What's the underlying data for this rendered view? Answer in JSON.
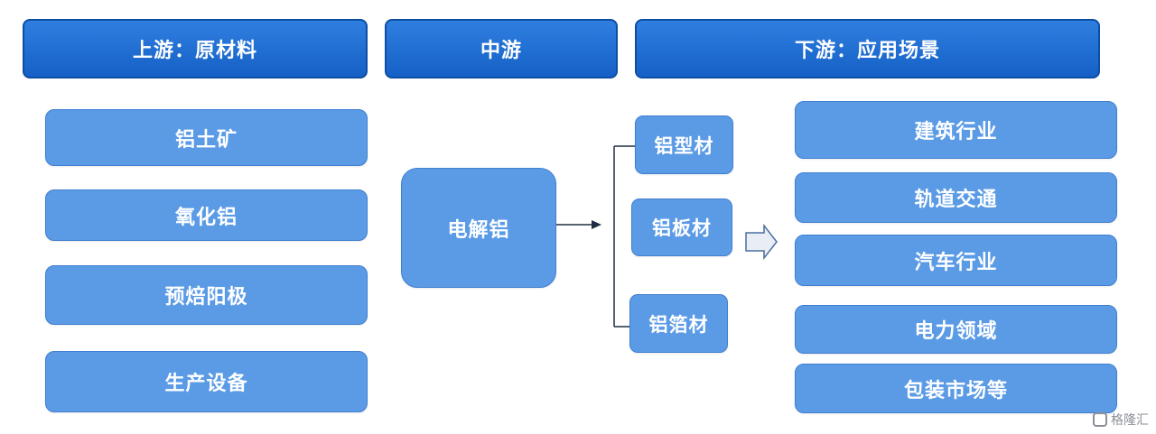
{
  "headers": {
    "upstream": "上游：原材料",
    "midstream": "中游",
    "downstream": "下游：应用场景"
  },
  "upstream_items": [
    "铝土矿",
    "氧化铝",
    "预焙阳极",
    "生产设备"
  ],
  "midstream": {
    "main": "电解铝",
    "products": [
      "铝型材",
      "铝板材",
      "铝箔材"
    ]
  },
  "downstream_items": [
    "建筑行业",
    "轨道交通",
    "汽车行业",
    "电力领域",
    "包装市场等"
  ],
  "brand": "格隆汇",
  "colors": {
    "header": "#1560c6",
    "node": "#5b9be6",
    "connector": "#1f2d44"
  }
}
